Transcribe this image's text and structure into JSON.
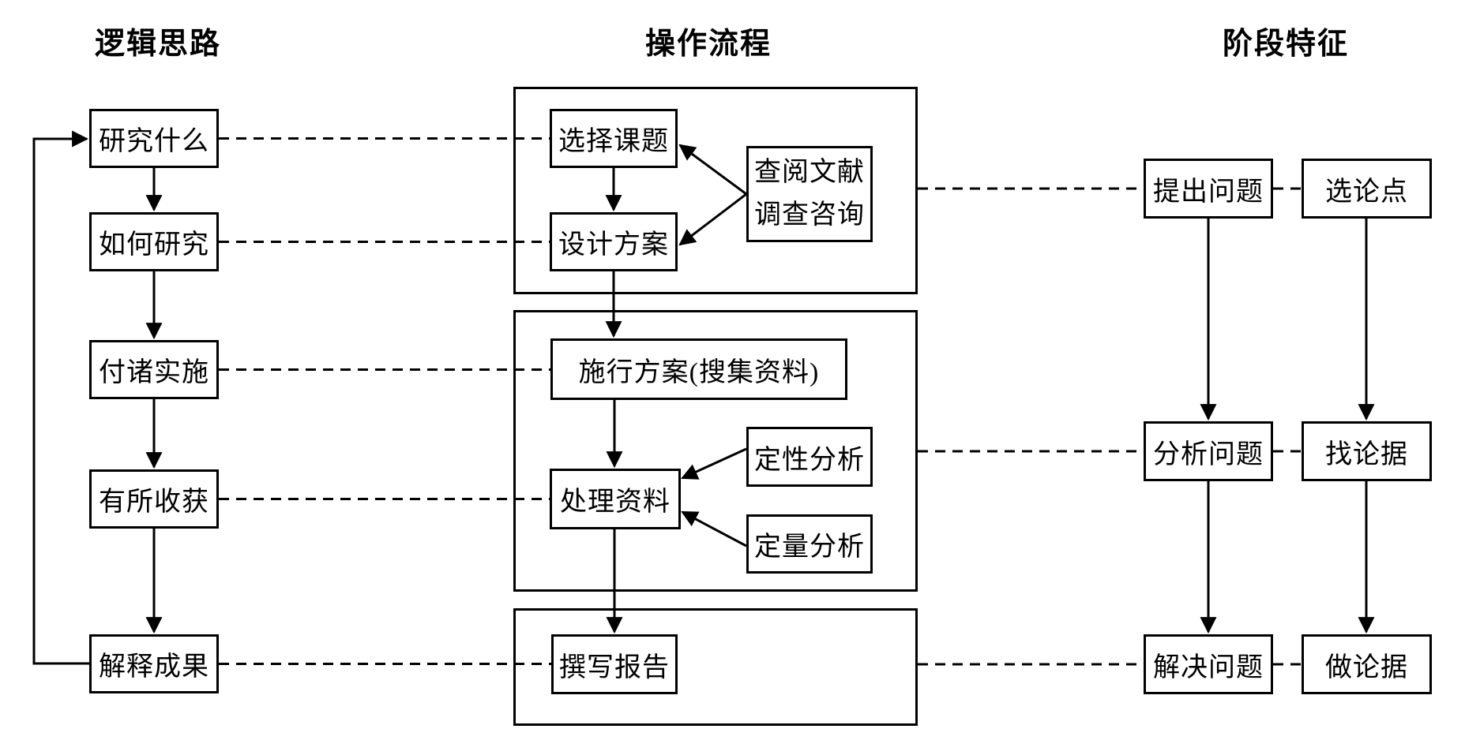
{
  "titles": {
    "logic": "逻辑思路",
    "process": "操作流程",
    "stage": "阶段特征"
  },
  "logic_steps": [
    "研究什么",
    "如何研究",
    "付诸实施",
    "有所收获",
    "解释成果"
  ],
  "process_steps": {
    "select_topic": "选择课题",
    "design_plan": "设计方案",
    "consult_line1": "查阅文献",
    "consult_line2": "调查咨询",
    "implement_plan": "施行方案(搜集资料)",
    "process_data": "处理资料",
    "qualitative": "定性分析",
    "quantitative": "定量分析",
    "write_report": "撰写报告"
  },
  "stage_steps": {
    "rows": [
      {
        "question": "提出问题",
        "thesis": "选论点"
      },
      {
        "question": "分析问题",
        "thesis": "找论据"
      },
      {
        "question": "解决问题",
        "thesis": "做论据"
      }
    ]
  },
  "colors": {
    "line": "#000000",
    "background": "#ffffff"
  }
}
